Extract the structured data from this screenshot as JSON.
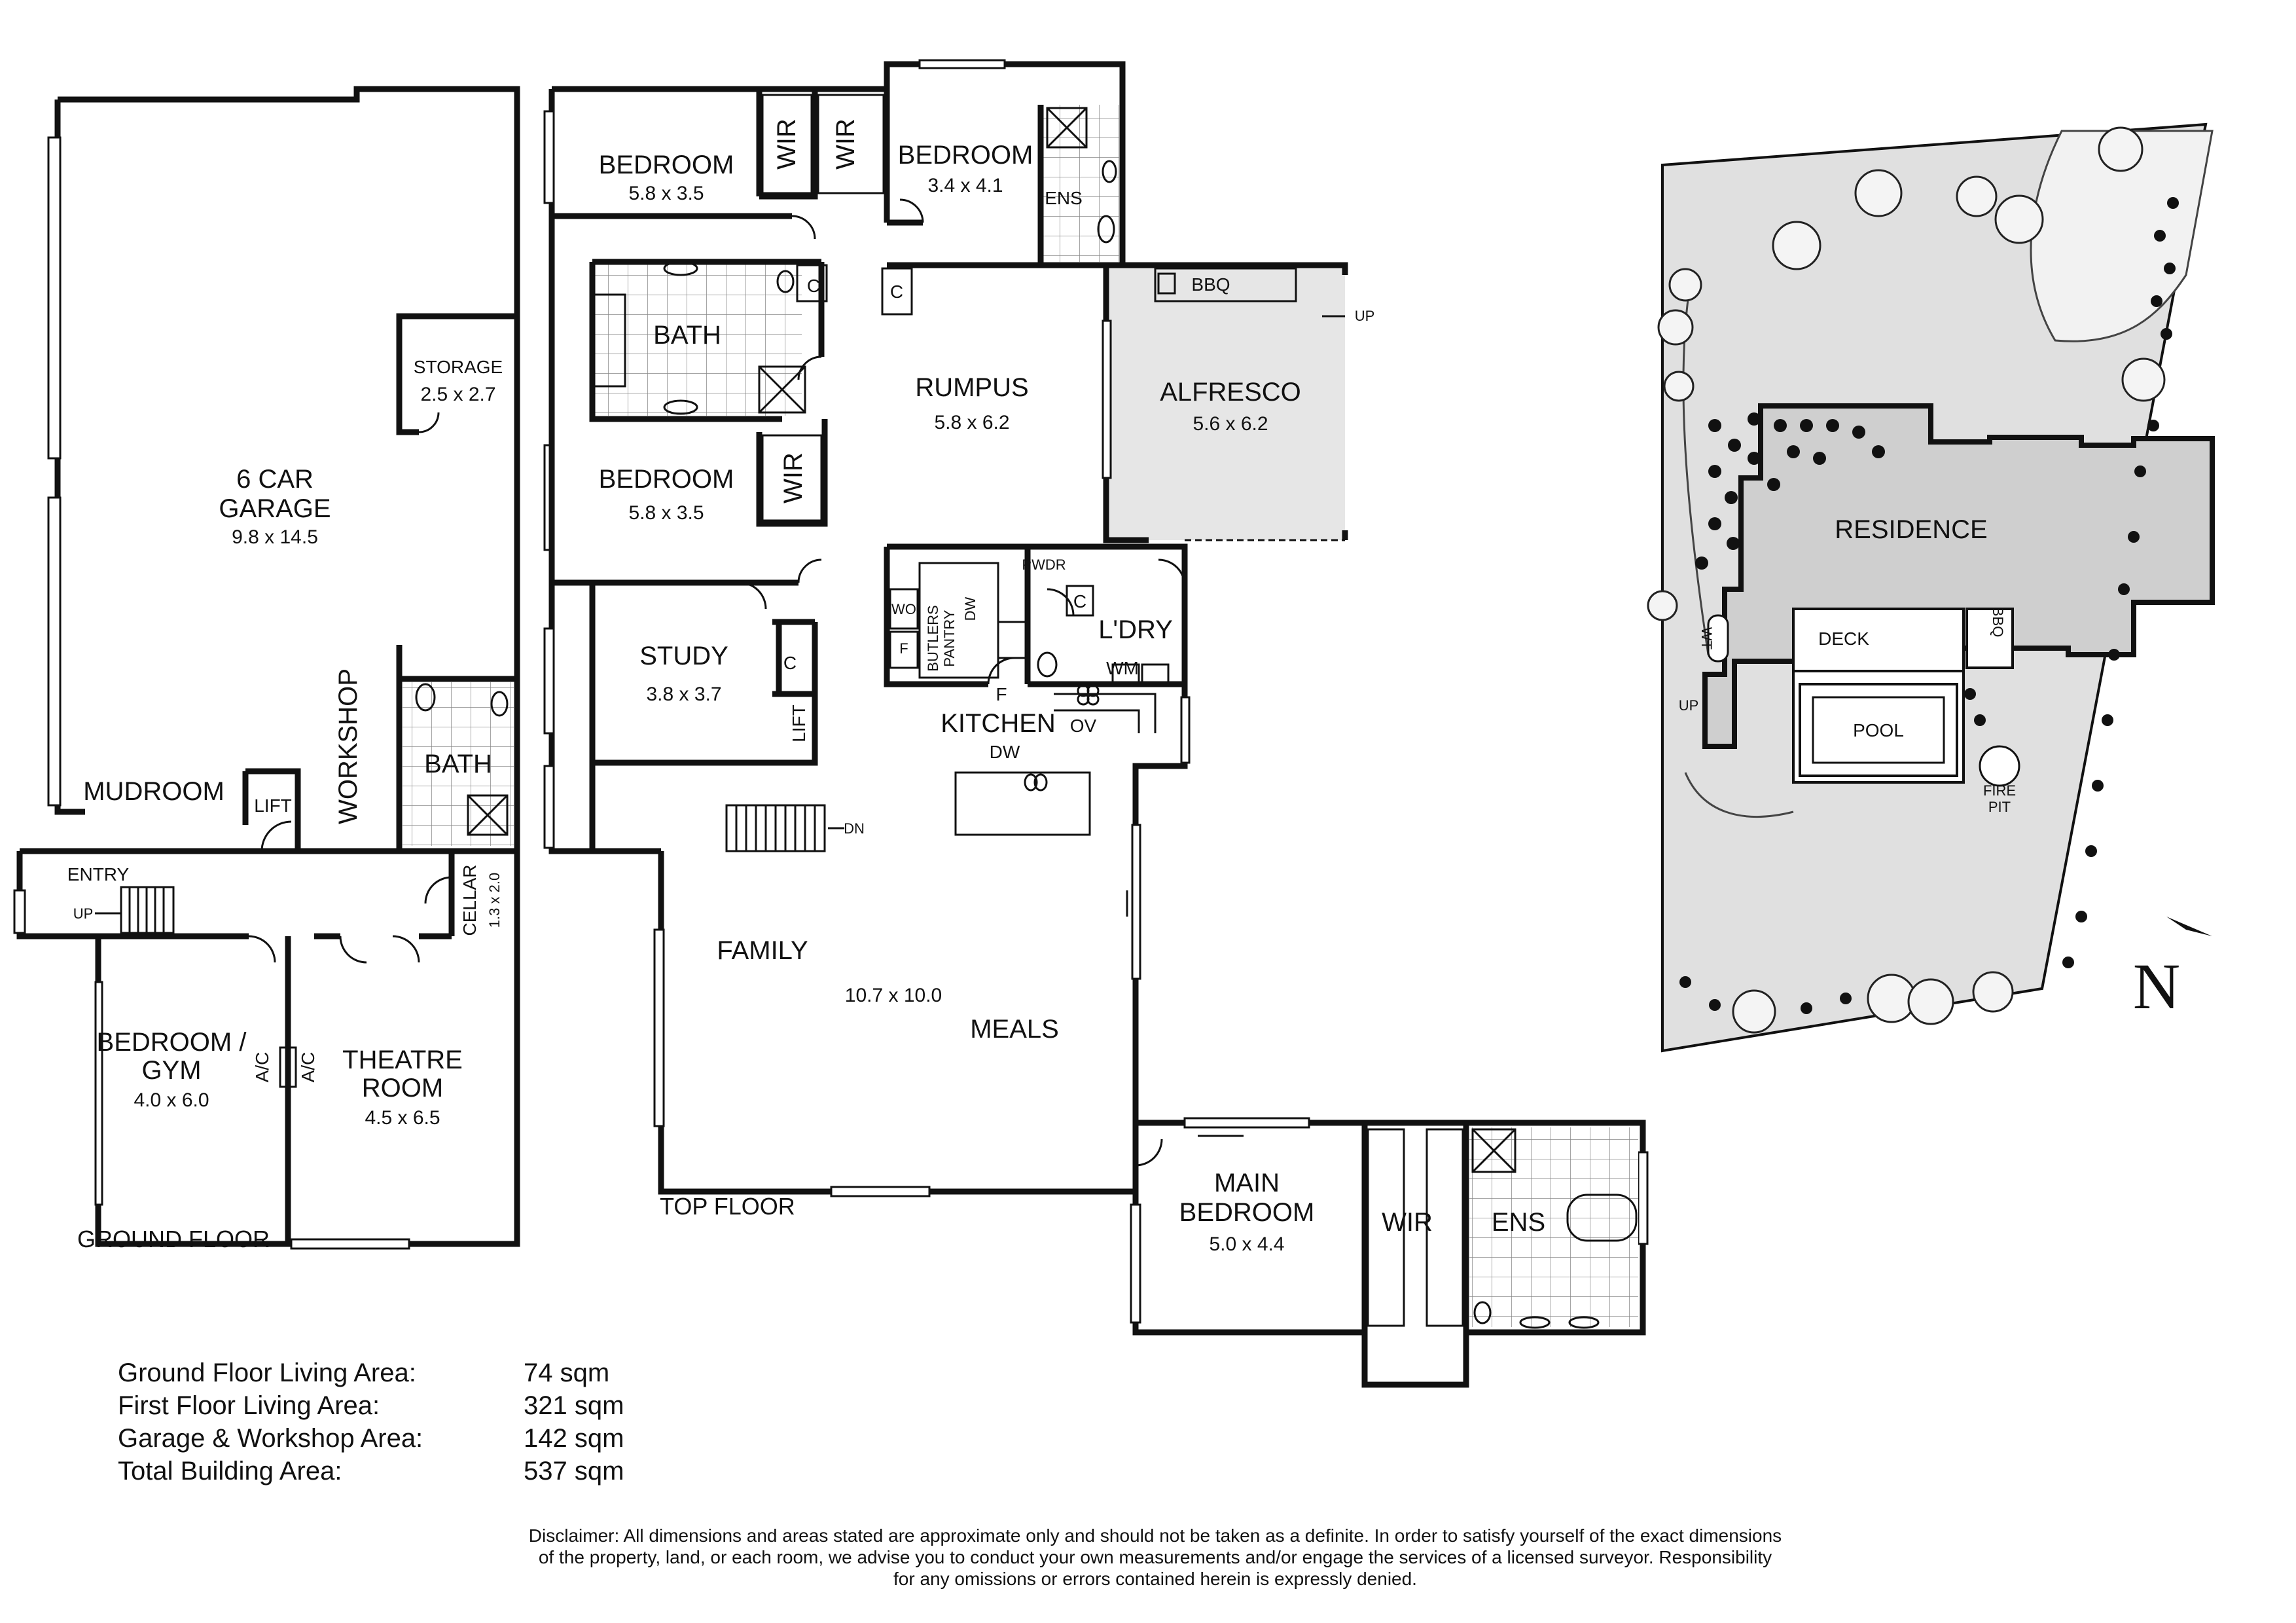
{
  "floor_labels": {
    "ground": "GROUND FLOOR",
    "top": "TOP FLOOR"
  },
  "ground_floor_rooms": {
    "garage": {
      "name_1": "6 CAR",
      "name_2": "GARAGE",
      "dims": "9.8 x 14.5"
    },
    "storage": {
      "name": "STORAGE",
      "dims": "2.5 x 2.7"
    },
    "workshop": {
      "name": "WORKSHOP"
    },
    "bath": {
      "name": "BATH"
    },
    "mudroom": {
      "name": "MUDROOM"
    },
    "lift": {
      "name": "LIFT"
    },
    "entry": {
      "name": "ENTRY"
    },
    "up": {
      "name": "UP"
    },
    "cellar": {
      "name": "CELLAR",
      "dims": "1.3 x 2.0"
    },
    "bedroom_gym": {
      "name_1": "BEDROOM /",
      "name_2": "GYM",
      "dims": "4.0 x 6.0"
    },
    "ac_1": "A/C",
    "ac_2": "A/C",
    "theatre": {
      "name_1": "THEATRE",
      "name_2": "ROOM",
      "dims": "4.5 x 6.5"
    }
  },
  "top_floor_rooms": {
    "bedroom_1": {
      "name": "BEDROOM",
      "dims": "5.8 x 3.5"
    },
    "wir_1": "WIR",
    "wir_2": "WIR",
    "bedroom_2": {
      "name": "BEDROOM",
      "dims": "3.4 x 4.1"
    },
    "ens_1": "ENS",
    "bath": {
      "name": "BATH"
    },
    "c_1": "C",
    "c_2": "C",
    "c_3": "C",
    "bbq": "BBQ",
    "up": "UP",
    "rumpus": {
      "name": "RUMPUS",
      "dims": "5.8 x 6.2"
    },
    "alfresco": {
      "name": "ALFRESCO",
      "dims": "5.6 x 6.2"
    },
    "bedroom_3": {
      "name": "BEDROOM",
      "dims": "5.8 x 3.5"
    },
    "wir_3": "WIR",
    "study": {
      "name": "STUDY",
      "dims": "3.8 x 3.7"
    },
    "lift": "LIFT",
    "wo": "WO",
    "f_1": "F",
    "f_2": "F",
    "butlers_pantry_1": "BUTLERS",
    "butlers_pantry_2": "PANTRY",
    "dw_1": "DW",
    "pwdr": "PWDR",
    "c_4": "C",
    "laundry": "L'DRY",
    "wm": "WM",
    "kitchen": "KITCHEN",
    "ov": "OV",
    "dw_2": "DW",
    "dn": "DN",
    "family": "FAMILY",
    "family_dims": "10.7 x 10.0",
    "meals": "MEALS",
    "main_bedroom": {
      "name_1": "MAIN",
      "name_2": "BEDROOM",
      "dims": "5.0 x 4.4"
    },
    "wir_main": "WIR",
    "ens_main": "ENS"
  },
  "site_plan": {
    "residence": "RESIDENCE",
    "deck": "DECK",
    "pool": "POOL",
    "bbq": "BBQ",
    "wt": "WT",
    "up": "UP",
    "fire_pit_1": "FIRE",
    "fire_pit_2": "PIT",
    "north": "N"
  },
  "areas": [
    {
      "label": "Ground Floor Living Area:",
      "value": "74 sqm"
    },
    {
      "label": "First Floor Living Area:",
      "value": "321 sqm"
    },
    {
      "label": "Garage & Workshop Area:",
      "value": "142 sqm"
    },
    {
      "label": "Total Building Area:",
      "value": "537 sqm"
    }
  ],
  "disclaimer": {
    "line1": "Disclaimer: All dimensions and areas stated are approximate only and should not be taken as a definite. In order to satisfy yourself of the exact dimensions",
    "line2": "of the property, land, or each room, we advise you to conduct your own measurements and/or engage the services of a licensed surveyor. Responsibility",
    "line3": "for any omissions or errors contained herein is expressly denied."
  }
}
